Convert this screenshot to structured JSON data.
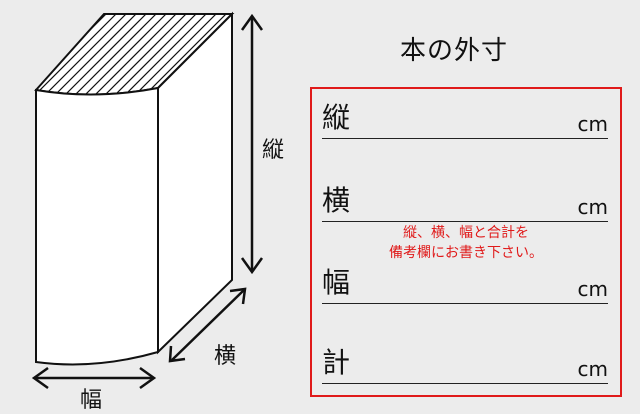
{
  "diagram": {
    "labels": {
      "height": "縦",
      "depth": "横",
      "width": "幅"
    }
  },
  "form": {
    "title": "本の外寸",
    "rows": [
      {
        "label": "縦",
        "unit": "cm"
      },
      {
        "label": "横",
        "unit": "cm"
      },
      {
        "label": "幅",
        "unit": "cm"
      },
      {
        "label": "計",
        "unit": "cm"
      }
    ],
    "note_line1": "縦、横、幅と合計を",
    "note_line2": "備考欄にお書き下さい。",
    "accent_color": "#e01a1a"
  }
}
